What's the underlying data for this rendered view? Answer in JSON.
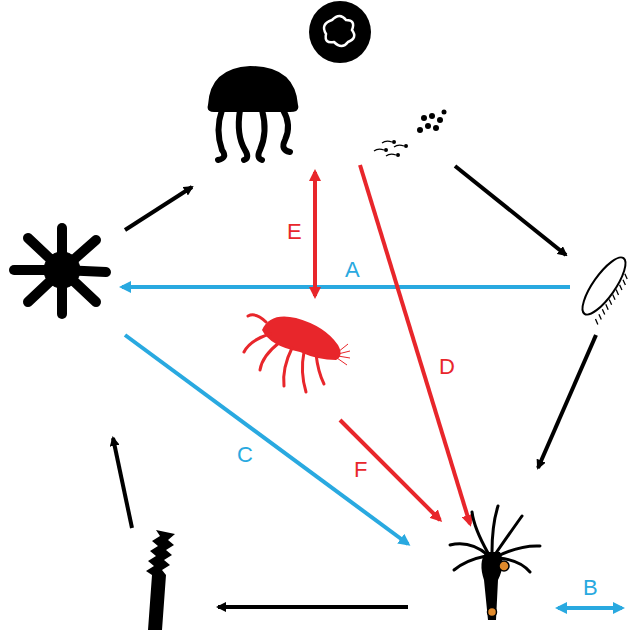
{
  "diagram": {
    "labels": [
      "E",
      "A",
      "D",
      "C",
      "F",
      "B"
    ]
  }
}
